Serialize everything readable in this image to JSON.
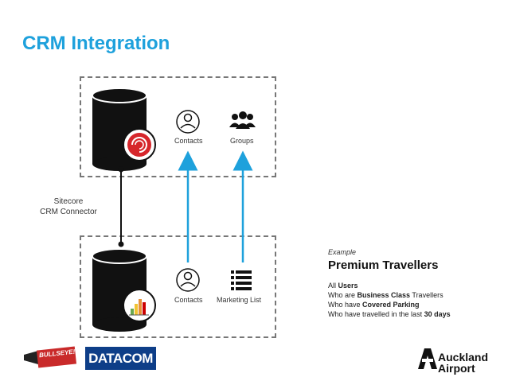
{
  "title": "CRM Integration",
  "top_box": {
    "contacts_label": "Contacts",
    "groups_label": "Groups"
  },
  "bottom_box": {
    "contacts_label": "Contacts",
    "marketing_list_label": "Marketing List"
  },
  "connector": {
    "line1": "Sitecore",
    "line2": "CRM Connector"
  },
  "example": {
    "tag": "Example",
    "title": "Premium Travellers",
    "lines": [
      {
        "prefix": "All ",
        "bold": "Users",
        "suffix": ""
      },
      {
        "prefix": "Who are ",
        "bold": "Business Class",
        "suffix": " Travellers"
      },
      {
        "prefix": "Who have ",
        "bold": "Covered Parking",
        "suffix": ""
      },
      {
        "prefix": "Who have travelled in the last ",
        "bold": "30 days",
        "suffix": ""
      }
    ]
  },
  "logos": {
    "bullseye": "BULLSEYE!",
    "datacom": "DATACOM",
    "airport_line1": "Auckland",
    "airport_line2": "Airport"
  },
  "colors": {
    "title": "#1ea1dc",
    "arrow": "#1ea1dc",
    "sitecore_red": "#d6262b",
    "datacom_blue": "#0e3e88"
  },
  "icons": {
    "sitecore": "sitecore-logo-icon",
    "dynamics": "dynamics-crm-logo-icon",
    "contact": "person-icon",
    "groups": "people-group-icon",
    "list": "list-icon"
  }
}
